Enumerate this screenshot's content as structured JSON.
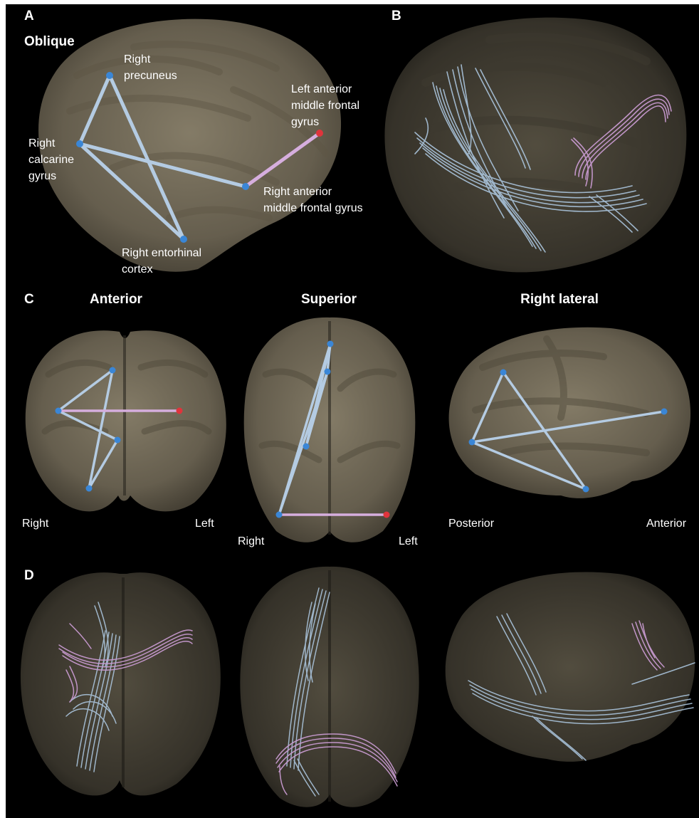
{
  "panels": {
    "A": {
      "letter": "A",
      "title": "Oblique"
    },
    "B": {
      "letter": "B"
    },
    "C": {
      "letter": "C"
    },
    "D": {
      "letter": "D"
    }
  },
  "regions": {
    "right_precuneus": [
      "Right",
      "precuneus"
    ],
    "left_anterior_mfg": [
      "Left anterior",
      "middle frontal",
      "gyrus"
    ],
    "right_calcarine": [
      "Right",
      "calcarine",
      "gyrus"
    ],
    "right_anterior_mfg": [
      "Right anterior",
      "middle frontal gyrus"
    ],
    "right_entorhinal": [
      "Right entorhinal",
      "cortex"
    ]
  },
  "views": {
    "anterior": {
      "title": "Anterior",
      "left_label": "Right",
      "right_label": "Left"
    },
    "superior": {
      "title": "Superior",
      "left_label": "Right",
      "right_label": "Left"
    },
    "right_lateral": {
      "title": "Right lateral",
      "left_label": "Posterior",
      "right_label": "Anterior"
    }
  },
  "colors": {
    "background": "#000000",
    "brain": "#8a8068",
    "node_right": "#3a86d6",
    "node_left": "#e0343c",
    "edge_intra": "#b4cbe2",
    "edge_inter": "#d6aede",
    "tract_blue": "#aac4dc",
    "tract_pink": "#c89ad0"
  }
}
